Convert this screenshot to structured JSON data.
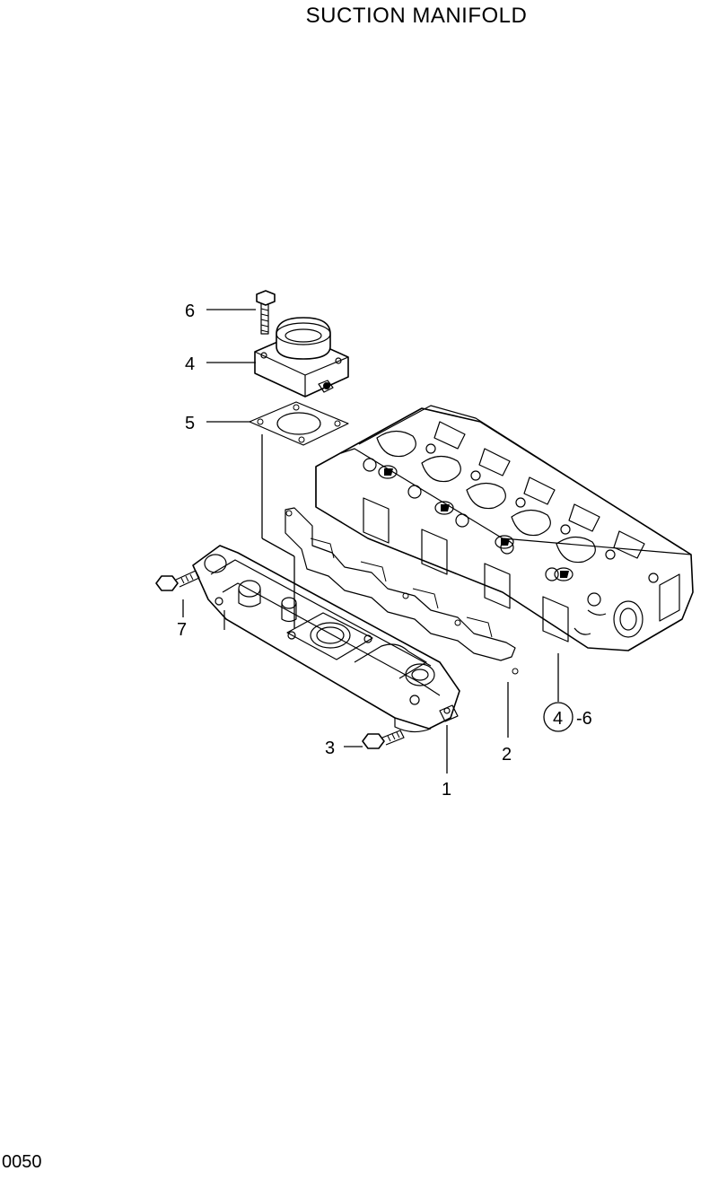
{
  "title": "SUCTION MANIFOLD",
  "page_number": "0050",
  "callouts": {
    "c1": "1",
    "c2": "2",
    "c3": "3",
    "c4": "4",
    "c5": "5",
    "c6": "6",
    "c7": "7",
    "c46_circle": "4",
    "c46_suffix": "-6"
  }
}
